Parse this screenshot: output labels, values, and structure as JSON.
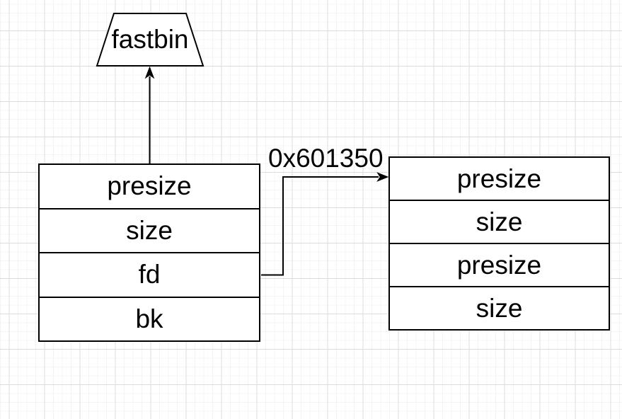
{
  "fastbin": {
    "label": "fastbin"
  },
  "pointer": {
    "address": "0x601350"
  },
  "chunks": {
    "left": {
      "rows": [
        "presize",
        "size",
        "fd",
        "bk"
      ]
    },
    "right": {
      "rows": [
        "presize",
        "size",
        "presize",
        "size"
      ]
    }
  },
  "colors": {
    "background": "#ffffff",
    "grid_minor": "#f4f4f4",
    "grid_major": "#dcdcdc",
    "shape_fill": "#ffffff",
    "stroke": "#000000",
    "text": "#000000"
  }
}
